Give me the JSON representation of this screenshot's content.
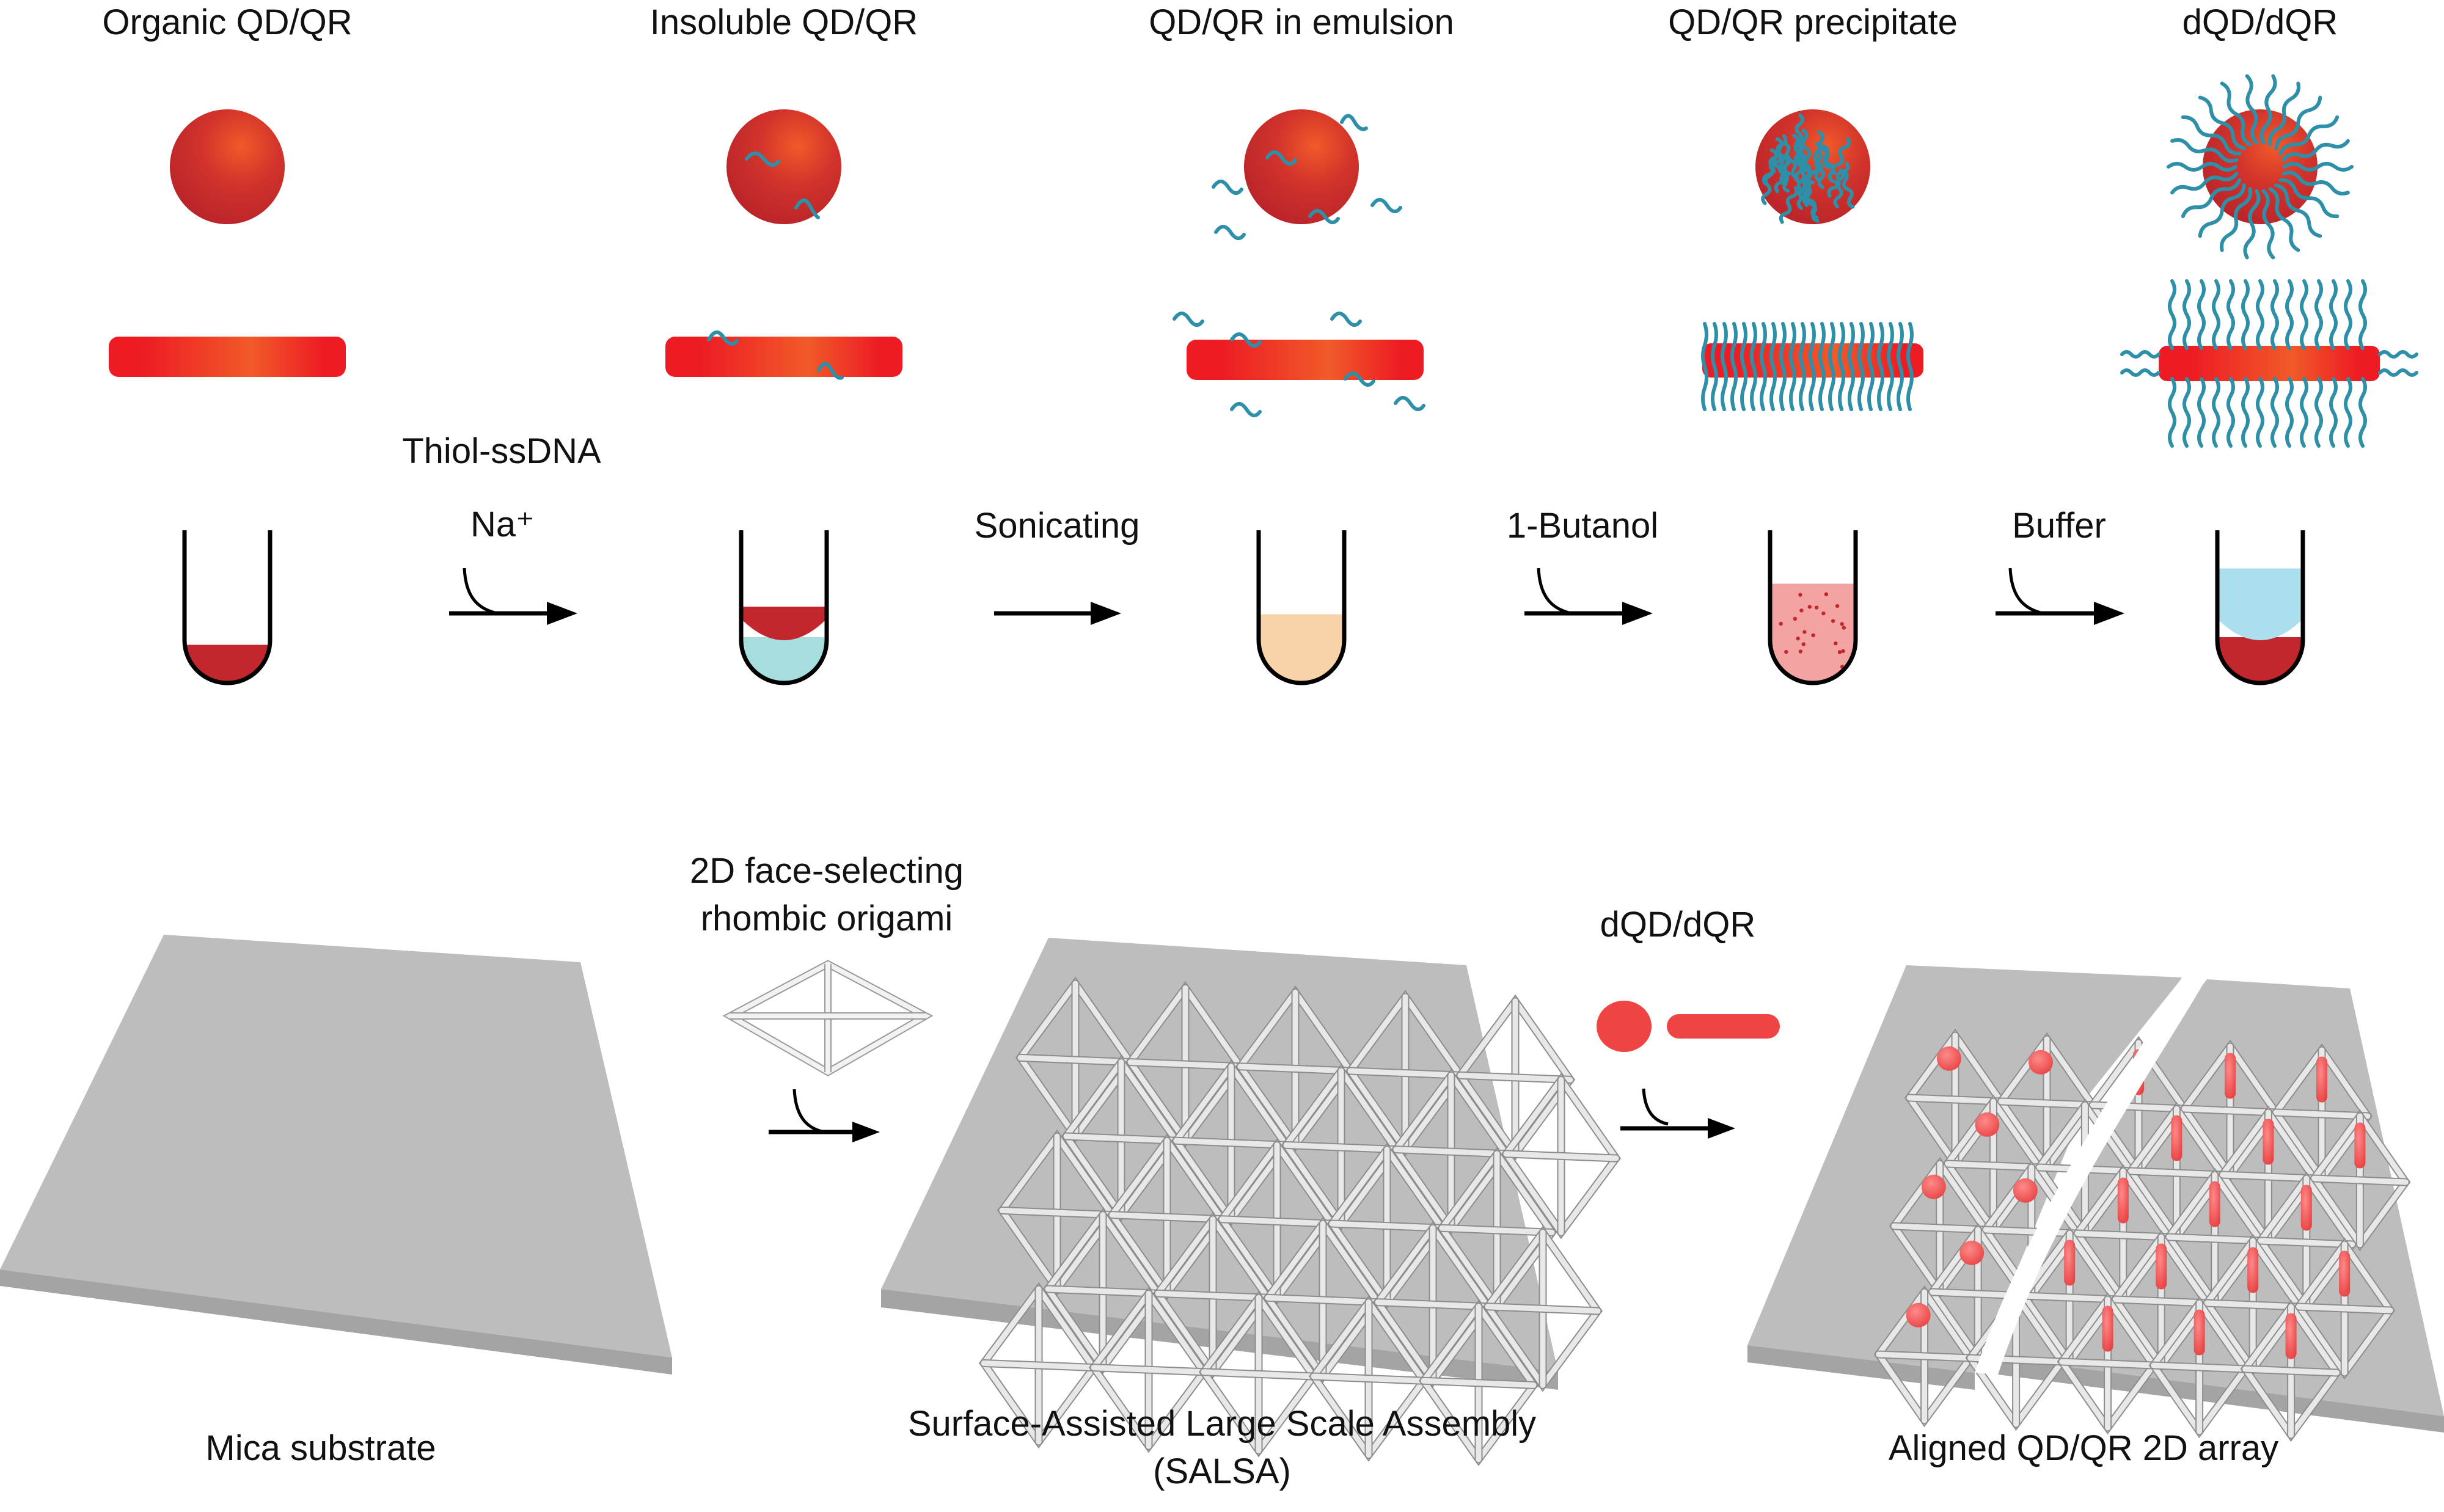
{
  "figure": {
    "top_row": {
      "stages": [
        {
          "id": "organic",
          "title": "Organic QD/QR",
          "dna_density": "none"
        },
        {
          "id": "insoluble",
          "title": "Insoluble QD/QR",
          "dna_density": "sparse-attached"
        },
        {
          "id": "emulsion",
          "title": "QD/QR in emulsion",
          "dna_density": "free-floating"
        },
        {
          "id": "precipitate",
          "title": "QD/QR precipitate",
          "dna_density": "dense-collapsed"
        },
        {
          "id": "dqd",
          "title": "dQD/dQR",
          "dna_density": "dense-extended"
        }
      ],
      "reagent_top_label": "Thiol-ssDNA",
      "steps": [
        {
          "label": "Na⁺",
          "arrow": "curved-addition"
        },
        {
          "label": "Sonicating",
          "arrow": "straight"
        },
        {
          "label": "1-Butanol",
          "arrow": "curved-addition"
        },
        {
          "label": "Buffer",
          "arrow": "curved-addition"
        }
      ],
      "tubes": [
        {
          "layers": [
            {
              "color": "#c1272d",
              "fill_fraction": 0.25
            }
          ]
        },
        {
          "layers": [
            {
              "color": "#a6dede",
              "fill_fraction": 0.3
            },
            {
              "color": "#c1272d",
              "fill_fraction": 0.2
            }
          ]
        },
        {
          "layers": [
            {
              "color": "#f9d3a8",
              "fill_fraction": 0.45
            }
          ]
        },
        {
          "layers": [
            {
              "color": "#f4a3a3",
              "fill_fraction": 0.65,
              "speckled": true
            }
          ]
        },
        {
          "layers": [
            {
              "color": "#c1272d",
              "fill_fraction": 0.3
            },
            {
              "color": "#abdfee",
              "fill_fraction": 0.45
            }
          ]
        }
      ]
    },
    "bottom_row": {
      "panels": [
        {
          "id": "mica",
          "caption": "Mica substrate"
        },
        {
          "id": "salsa",
          "caption_line1": "Surface-Assisted Large Scale Assembly",
          "caption_line2": "(SALSA)"
        },
        {
          "id": "aligned",
          "caption": "Aligned QD/QR 2D array"
        }
      ],
      "step1_label_line1": "2D face-selecting",
      "step1_label_line2": "rhombic origami",
      "step2_label": "dQD/dQR"
    },
    "colors": {
      "particle_dark": "#c1272d",
      "particle_light": "#f15a29",
      "rod_edge": "#ed1c24",
      "dna": "#2e8fa8",
      "substrate_top": "#bdbdbd",
      "substrate_edge": "#a4a4a4",
      "bound_particle": "#f04343"
    }
  }
}
